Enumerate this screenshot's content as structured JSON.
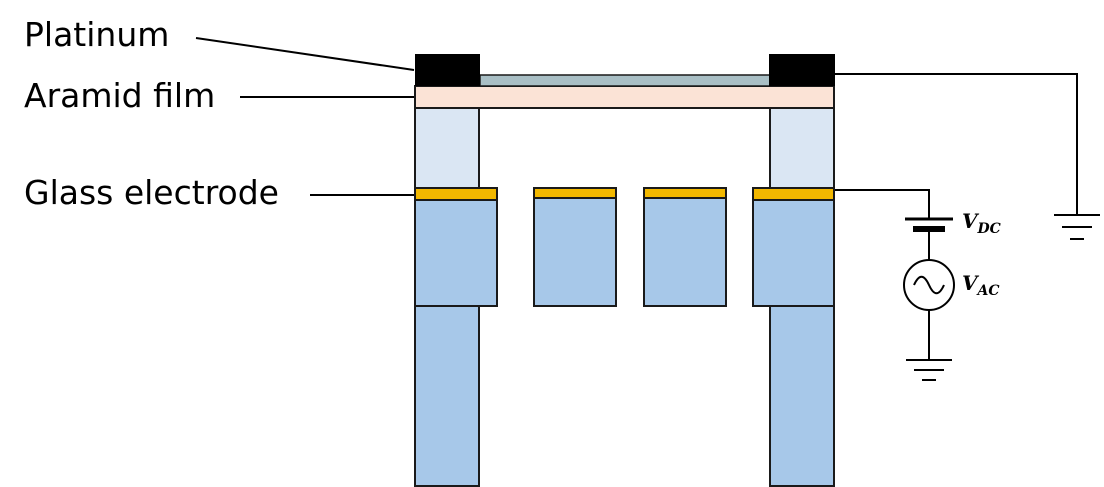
{
  "labels": {
    "platinum": "Platinum",
    "aramid_film": "Aramid film",
    "glass_electrode": "Glass electrode"
  },
  "sources": {
    "vdc_main": "V",
    "vdc_sub": "DC",
    "vac_main": "V",
    "vac_sub": "AC"
  },
  "colors": {
    "platinum": "#000000",
    "platinum_film": "#a9bfc5",
    "aramid_film": "#fbe3d6",
    "pillar_light": "#dae6f3",
    "glass": "#a7c8e9",
    "electrode": "#f2b800",
    "outline": "#1a1a1a"
  }
}
